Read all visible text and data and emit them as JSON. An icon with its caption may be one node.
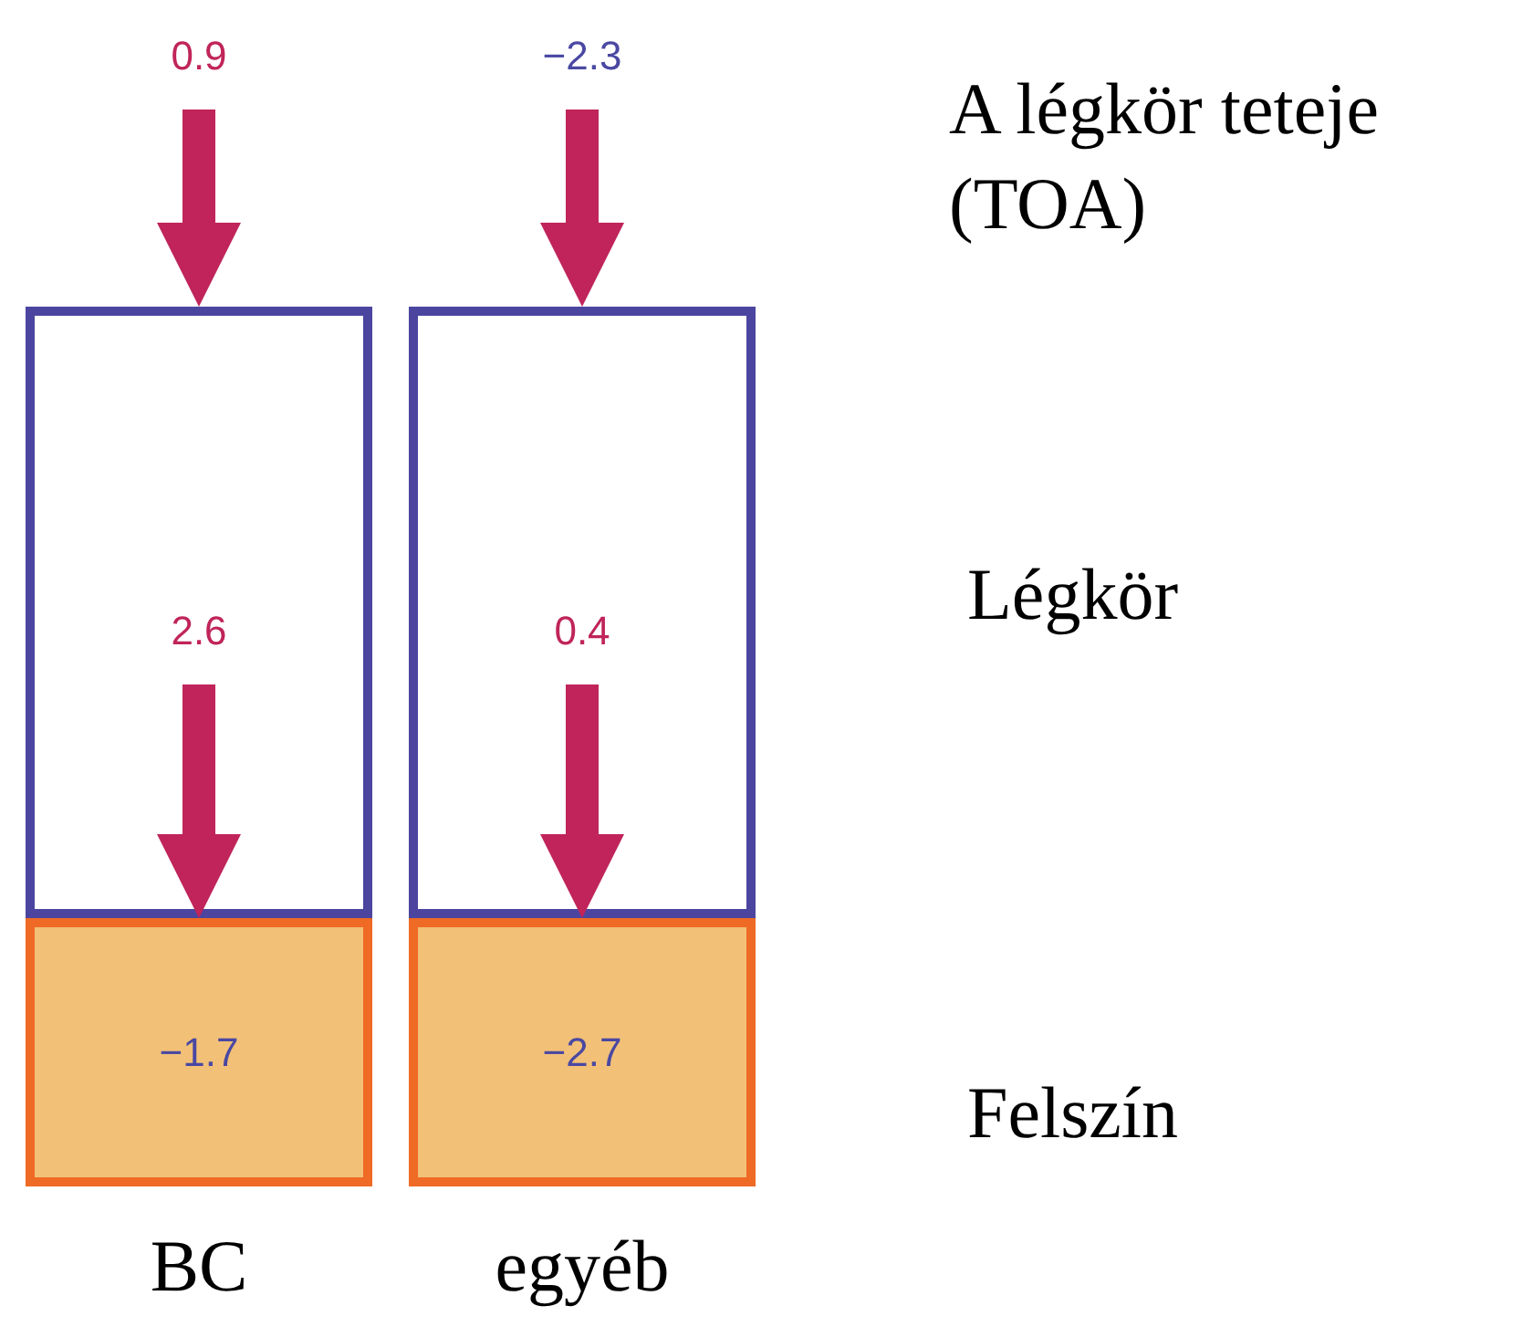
{
  "diagram": {
    "nodes": [
      {
        "text": [],
        "shape": "box"
      },
      {
        "text": [
          "−1.7"
        ]
      },
      {
        "text": [],
        "shape": "box"
      },
      {
        "text": [
          "−2.7"
        ]
      }
    ],
    "edges": [
      {
        "from": null,
        "to": 0,
        "arrow": "to",
        "label": "0.9"
      },
      {
        "from": 0,
        "to": 1,
        "arrow": "to",
        "label": "2.6"
      },
      {
        "from": null,
        "to": 2,
        "arrow": "to",
        "label": "−2.3"
      },
      {
        "from": 2,
        "to": 3,
        "arrow": "to",
        "label": "0.4"
      }
    ],
    "labels": [
      "A légkör teteje (TOA)",
      "Légkör",
      "Felszín",
      "BC",
      "egyéb"
    ]
  }
}
